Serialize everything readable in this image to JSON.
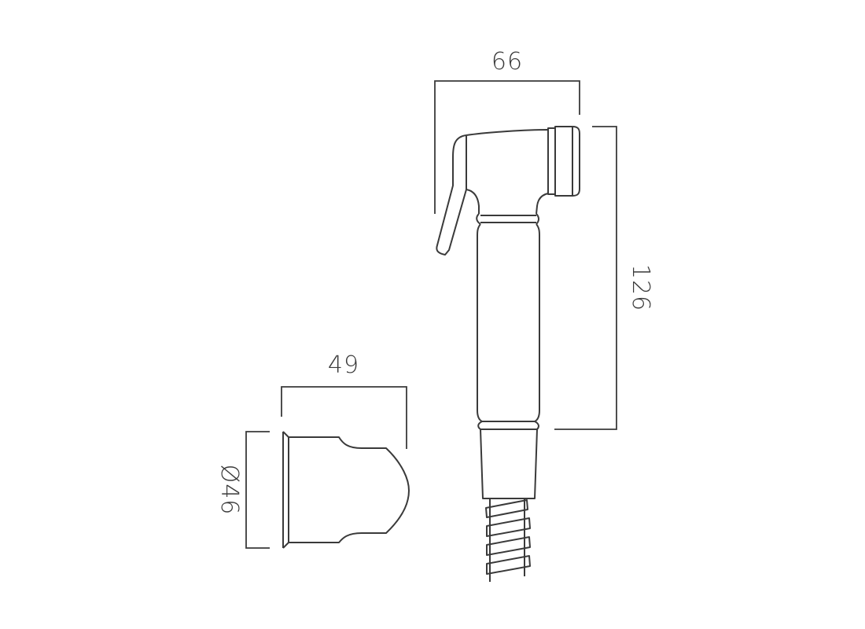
{
  "drawing": {
    "type": "technical dimension drawing",
    "subjects": [
      "hand spray (bidet shower head) with hose",
      "wall holder bracket"
    ],
    "line_color": "#3a3a3a",
    "background": "#ffffff"
  },
  "dimensions": {
    "spray_width": "66",
    "spray_height": "126",
    "holder_depth": "49",
    "holder_diameter": "Ø46"
  }
}
